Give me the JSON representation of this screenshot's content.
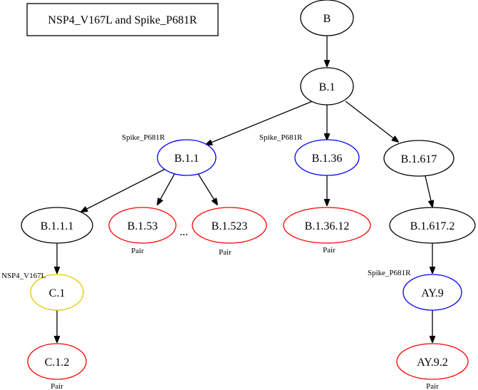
{
  "title": "NSP4_V167L and Spike_P681R",
  "nodes": {
    "B": {
      "label": "B",
      "color": "#000000"
    },
    "B1": {
      "label": "B.1",
      "color": "#000000"
    },
    "B11": {
      "label": "B.1.1",
      "color": "#0000ff"
    },
    "B136": {
      "label": "B.1.36",
      "color": "#0000ff"
    },
    "B1617": {
      "label": "B.1.617",
      "color": "#000000"
    },
    "B111": {
      "label": "B.1.1.1",
      "color": "#000000"
    },
    "B153": {
      "label": "B.1.53",
      "color": "#ff0000"
    },
    "B1523": {
      "label": "B.1.523",
      "color": "#ff0000"
    },
    "B13612": {
      "label": "B.1.36.12",
      "color": "#ff0000"
    },
    "B16172": {
      "label": "B.1.617.2",
      "color": "#000000"
    },
    "C1": {
      "label": "C.1",
      "color": "#e6c800"
    },
    "AY9": {
      "label": "AY.9",
      "color": "#0000ff"
    },
    "C12": {
      "label": "C.1.2",
      "color": "#ff0000"
    },
    "AY92": {
      "label": "AY.9.2",
      "color": "#ff0000"
    }
  },
  "annotations": {
    "spike_b11": "Spike_P681R",
    "spike_b136": "Spike_P681R",
    "spike_ay9": "Spike_P681R",
    "nsp4_c1": "NSP4_V167L",
    "pair_b153": "Pair",
    "pair_b1523": "Pair",
    "pair_b13612": "Pair",
    "pair_c12": "Pair",
    "pair_ay92": "Pair",
    "ellipsis": "..."
  }
}
